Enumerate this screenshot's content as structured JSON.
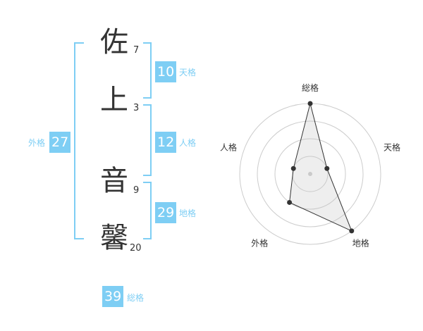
{
  "name": {
    "chars": [
      {
        "char": "佐",
        "strokes": "7"
      },
      {
        "char": "上",
        "strokes": "3"
      },
      {
        "char": "音",
        "strokes": "9"
      },
      {
        "char": "馨",
        "strokes": "20"
      }
    ]
  },
  "kakusu": {
    "tenkaku": {
      "value": "10",
      "label": "天格"
    },
    "jinkaku": {
      "value": "12",
      "label": "人格"
    },
    "chikaku": {
      "value": "29",
      "label": "地格"
    },
    "gaikaku": {
      "value": "27",
      "label": "外格"
    },
    "soukaku": {
      "value": "39",
      "label": "総格"
    }
  },
  "colors": {
    "accent": "#7ecef4",
    "text": "#333333"
  },
  "chart_data": {
    "type": "radar",
    "axes": [
      "総格",
      "天格",
      "地格",
      "外格",
      "人格"
    ],
    "values": [
      4,
      1,
      4,
      2,
      1
    ],
    "rmax": 4,
    "rings": 4
  }
}
